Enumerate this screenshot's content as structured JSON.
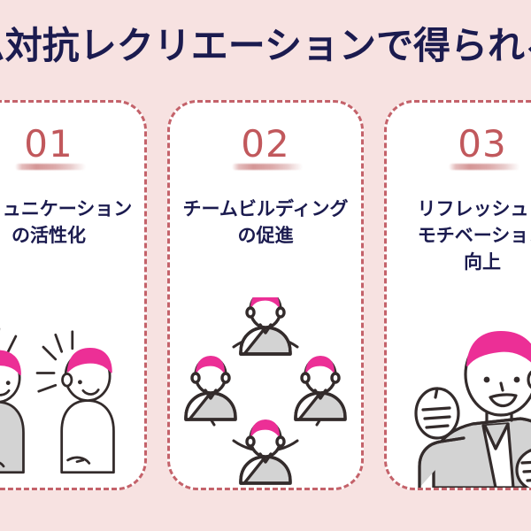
{
  "header": {
    "title": "チーム対抗レクリエーションで得られる効果",
    "title_color": "#1b1b4f",
    "background_color": "#f7e2e1"
  },
  "theme": {
    "page_background": "#f7e2e1",
    "card_background": "#ffffff",
    "card_border_color": "#c4626a",
    "number_color": "#c1585c",
    "text_color": "#1b1b4f",
    "accent_pink": "#ec2f96",
    "illustration_gray": "#d3d3d3",
    "illustration_outline": "#332b2b"
  },
  "cards": [
    {
      "number": "01",
      "title_line1": "コミュニケーション",
      "title_line2": "の活性化",
      "illustration_name": "three-people-talking"
    },
    {
      "number": "02",
      "title_line1": "チームビルディング",
      "title_line2": "の促進",
      "illustration_name": "four-people-circle"
    },
    {
      "number": "03",
      "title_line1": "リフレッシュ・",
      "title_line2": "モチベーション",
      "title_line3": "向上",
      "illustration_name": "woman-fists-up"
    }
  ]
}
